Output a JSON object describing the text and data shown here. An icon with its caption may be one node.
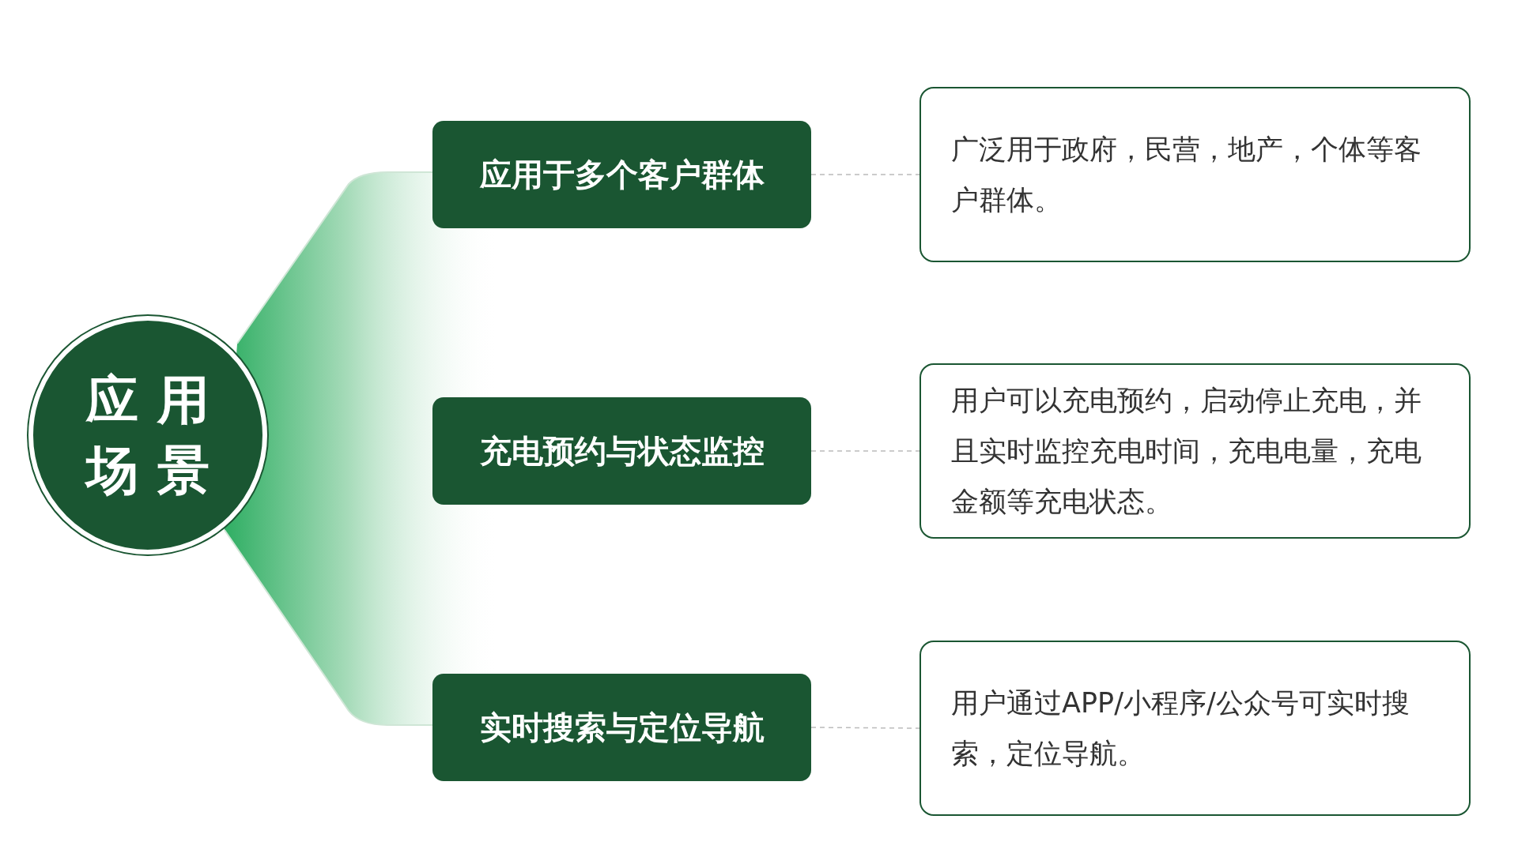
{
  "diagram": {
    "nodes": [
      {
        "text": [
          "应用场景"
        ]
      },
      {
        "text": [
          "应用于多个客户群体"
        ]
      },
      {
        "text": [
          "充电预约与状态监控"
        ]
      },
      {
        "text": [
          "实时搜索与定位导航"
        ]
      },
      {
        "text": [
          "广泛用于政府，民营，地产，个体等客户群体。"
        ]
      },
      {
        "text": [
          "用户可以充电预约，启动停止充电，并且实时监控充电时间，充电电量，充电金额等充电状态。"
        ]
      },
      {
        "text": [
          "用户通过APP/小程序/公众号可实时搜索，定位导航。"
        ]
      }
    ],
    "edges": [
      {
        "from": 1,
        "to": 4,
        "arrow": "none",
        "style": "dashed"
      },
      {
        "from": 2,
        "to": 5,
        "arrow": "none",
        "style": "dashed"
      },
      {
        "from": 3,
        "to": 6,
        "arrow": "none",
        "style": "dashed"
      }
    ]
  }
}
